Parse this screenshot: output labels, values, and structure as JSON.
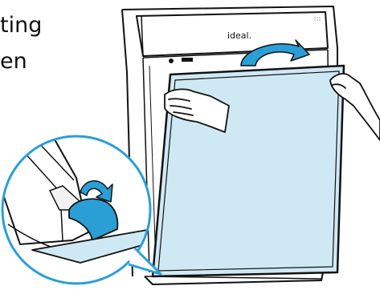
{
  "caption": {
    "line_1": "ting",
    "line_2": "en"
  },
  "device": {
    "brand_label": "ideal."
  },
  "colors": {
    "filter_fill": "#cfe9f4",
    "accent_blue": "#2a9fd6",
    "outline": "#111111",
    "background": "#ffffff",
    "device_body": "#ffffff"
  }
}
